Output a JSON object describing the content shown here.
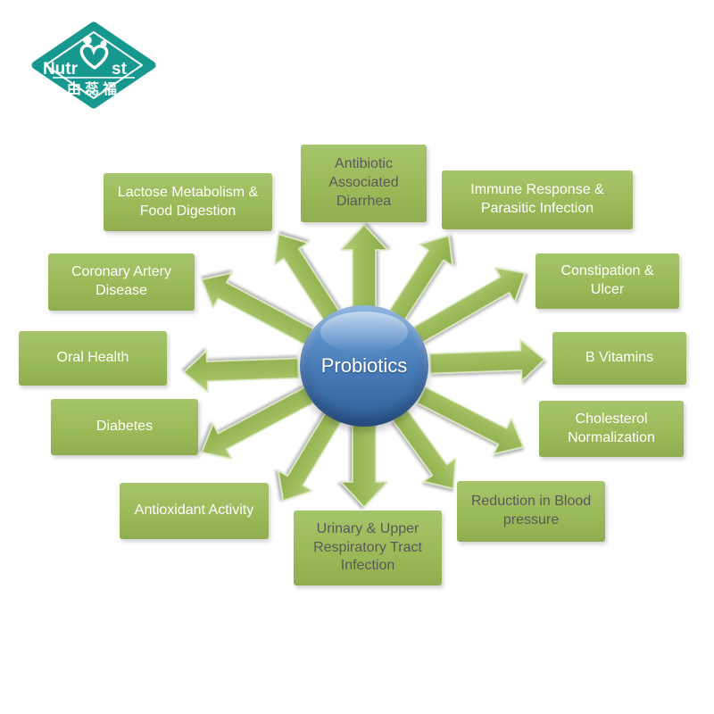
{
  "page": {
    "background": "#FFFFFF"
  },
  "logo": {
    "brand_text_left": "Nutr",
    "brand_text_right": "st",
    "chinese_text": "由蕊福",
    "icon": "heart-people-icon"
  },
  "center": {
    "label": "Probiotics"
  },
  "palette": {
    "box_green": "#9BBA59",
    "box_green_light": "#A6C46B",
    "box_green_dark": "#90AE50",
    "text_light": "#FFFFFF",
    "text_dark": "#595959",
    "center_blue_top": "#6FA3DB",
    "center_blue_mid": "#4A7EBB",
    "center_blue_bottom": "#2F5E98",
    "logo_teal": "#17988F"
  },
  "items": [
    {
      "id": "antibiotic-associated-diarrhea",
      "label": "Antibiotic Associated Diarrhea",
      "text_color": "#595959"
    },
    {
      "id": "immune-response-parasitic-infection",
      "label": "Immune Response & Parasitic Infection",
      "text_color": "#FFFFFF"
    },
    {
      "id": "constipation-ulcer",
      "label": "Constipation & Ulcer",
      "text_color": "#FFFFFF"
    },
    {
      "id": "b-vitamins",
      "label": "B Vitamins",
      "text_color": "#FFFFFF"
    },
    {
      "id": "cholesterol-normalization",
      "label": "Cholesterol Normalization",
      "text_color": "#FFFFFF"
    },
    {
      "id": "reduction-in-blood-pressure",
      "label": "Reduction in Blood pressure",
      "text_color": "#595959"
    },
    {
      "id": "urinary-upper-respiratory-tract-infection",
      "label": "Urinary & Upper Respiratory Tract Infection",
      "text_color": "#595959"
    },
    {
      "id": "antioxidant-activity",
      "label": "Antioxidant Activity",
      "text_color": "#FFFFFF"
    },
    {
      "id": "diabetes",
      "label": "Diabetes",
      "text_color": "#FFFFFF"
    },
    {
      "id": "oral-health",
      "label": "Oral Health",
      "text_color": "#FFFFFF"
    },
    {
      "id": "coronary-artery-disease",
      "label": "Coronary Artery Disease",
      "text_color": "#FFFFFF"
    },
    {
      "id": "lactose-metabolism-food-digestion",
      "label": "Lactose Metabolism & Food Digestion",
      "text_color": "#FFFFFF"
    }
  ]
}
